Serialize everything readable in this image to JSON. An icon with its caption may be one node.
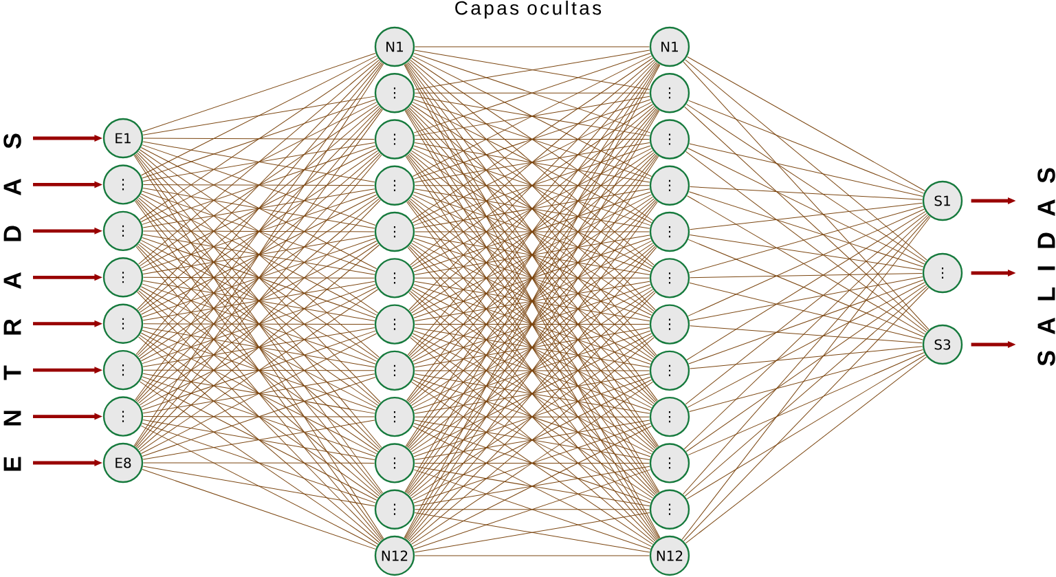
{
  "diagram": {
    "title": "Capas ocultas",
    "nodes": [
      {
        "text": [
          "E1"
        ]
      },
      {
        "text": [
          "⋮"
        ]
      },
      {
        "text": [
          "⋮"
        ]
      },
      {
        "text": [
          "⋮"
        ]
      },
      {
        "text": [
          "⋮"
        ]
      },
      {
        "text": [
          "⋮"
        ]
      },
      {
        "text": [
          "⋮"
        ]
      },
      {
        "text": [
          "E8"
        ]
      },
      {
        "text": [
          "N1"
        ]
      },
      {
        "text": [
          "⋮"
        ]
      },
      {
        "text": [
          "⋮"
        ]
      },
      {
        "text": [
          "⋮"
        ]
      },
      {
        "text": [
          "⋮"
        ]
      },
      {
        "text": [
          "⋮"
        ]
      },
      {
        "text": [
          "⋮"
        ]
      },
      {
        "text": [
          "⋮"
        ]
      },
      {
        "text": [
          "⋮"
        ]
      },
      {
        "text": [
          "⋮"
        ]
      },
      {
        "text": [
          "⋮"
        ]
      },
      {
        "text": [
          "N12"
        ]
      },
      {
        "text": [
          "N1"
        ]
      },
      {
        "text": [
          "⋮"
        ]
      },
      {
        "text": [
          "⋮"
        ]
      },
      {
        "text": [
          "⋮"
        ]
      },
      {
        "text": [
          "⋮"
        ]
      },
      {
        "text": [
          "⋮"
        ]
      },
      {
        "text": [
          "⋮"
        ]
      },
      {
        "text": [
          "⋮"
        ]
      },
      {
        "text": [
          "⋮"
        ]
      },
      {
        "text": [
          "⋮"
        ]
      },
      {
        "text": [
          "⋮"
        ]
      },
      {
        "text": [
          "N12"
        ]
      },
      {
        "text": [
          "S1"
        ]
      },
      {
        "text": [
          "⋮"
        ]
      },
      {
        "text": [
          "S3"
        ]
      }
    ],
    "edges": [
      {
        "from": null,
        "to": 0,
        "arrow": "to",
        "color": "#990000",
        "style": "thick"
      },
      {
        "from": null,
        "to": 1,
        "arrow": "to",
        "color": "#990000",
        "style": "thick"
      },
      {
        "from": null,
        "to": 2,
        "arrow": "to",
        "color": "#990000",
        "style": "thick"
      },
      {
        "from": null,
        "to": 3,
        "arrow": "to",
        "color": "#990000",
        "style": "thick"
      },
      {
        "from": null,
        "to": 4,
        "arrow": "to",
        "color": "#990000",
        "style": "thick"
      },
      {
        "from": null,
        "to": 5,
        "arrow": "to",
        "color": "#990000",
        "style": "thick"
      },
      {
        "from": null,
        "to": 6,
        "arrow": "to",
        "color": "#990000",
        "style": "thick"
      },
      {
        "from": null,
        "to": 7,
        "arrow": "to",
        "color": "#990000",
        "style": "thick"
      },
      {
        "from": 0,
        "to": 8,
        "arrow": "none"
      },
      {
        "from": 0,
        "to": 9,
        "arrow": "none"
      },
      {
        "from": 0,
        "to": 10,
        "arrow": "none"
      },
      {
        "from": 0,
        "to": 11,
        "arrow": "none"
      },
      {
        "from": 0,
        "to": 12,
        "arrow": "none"
      },
      {
        "from": 0,
        "to": 13,
        "arrow": "none"
      },
      {
        "from": 0,
        "to": 14,
        "arrow": "none"
      },
      {
        "from": 0,
        "to": 15,
        "arrow": "none"
      },
      {
        "from": 0,
        "to": 16,
        "arrow": "none"
      },
      {
        "from": 0,
        "to": 17,
        "arrow": "none"
      },
      {
        "from": 0,
        "to": 18,
        "arrow": "none"
      },
      {
        "from": 0,
        "to": 19,
        "arrow": "none"
      },
      {
        "from": 1,
        "to": 8,
        "arrow": "none"
      },
      {
        "from": 1,
        "to": 9,
        "arrow": "none"
      },
      {
        "from": 1,
        "to": 10,
        "arrow": "none"
      },
      {
        "from": 1,
        "to": 11,
        "arrow": "none"
      },
      {
        "from": 1,
        "to": 12,
        "arrow": "none"
      },
      {
        "from": 1,
        "to": 13,
        "arrow": "none"
      },
      {
        "from": 1,
        "to": 14,
        "arrow": "none"
      },
      {
        "from": 1,
        "to": 15,
        "arrow": "none"
      },
      {
        "from": 1,
        "to": 16,
        "arrow": "none"
      },
      {
        "from": 1,
        "to": 17,
        "arrow": "none"
      },
      {
        "from": 1,
        "to": 18,
        "arrow": "none"
      },
      {
        "from": 1,
        "to": 19,
        "arrow": "none"
      },
      {
        "from": 2,
        "to": 8,
        "arrow": "none"
      },
      {
        "from": 2,
        "to": 9,
        "arrow": "none"
      },
      {
        "from": 2,
        "to": 10,
        "arrow": "none"
      },
      {
        "from": 2,
        "to": 11,
        "arrow": "none"
      },
      {
        "from": 2,
        "to": 12,
        "arrow": "none"
      },
      {
        "from": 2,
        "to": 13,
        "arrow": "none"
      },
      {
        "from": 2,
        "to": 14,
        "arrow": "none"
      },
      {
        "from": 2,
        "to": 15,
        "arrow": "none"
      },
      {
        "from": 2,
        "to": 16,
        "arrow": "none"
      },
      {
        "from": 2,
        "to": 17,
        "arrow": "none"
      },
      {
        "from": 2,
        "to": 18,
        "arrow": "none"
      },
      {
        "from": 2,
        "to": 19,
        "arrow": "none"
      },
      {
        "from": 3,
        "to": 8,
        "arrow": "none"
      },
      {
        "from": 3,
        "to": 9,
        "arrow": "none"
      },
      {
        "from": 3,
        "to": 10,
        "arrow": "none"
      },
      {
        "from": 3,
        "to": 11,
        "arrow": "none"
      },
      {
        "from": 3,
        "to": 12,
        "arrow": "none"
      },
      {
        "from": 3,
        "to": 13,
        "arrow": "none"
      },
      {
        "from": 3,
        "to": 14,
        "arrow": "none"
      },
      {
        "from": 3,
        "to": 15,
        "arrow": "none"
      },
      {
        "from": 3,
        "to": 16,
        "arrow": "none"
      },
      {
        "from": 3,
        "to": 17,
        "arrow": "none"
      },
      {
        "from": 3,
        "to": 18,
        "arrow": "none"
      },
      {
        "from": 3,
        "to": 19,
        "arrow": "none"
      },
      {
        "from": 4,
        "to": 8,
        "arrow": "none"
      },
      {
        "from": 4,
        "to": 9,
        "arrow": "none"
      },
      {
        "from": 4,
        "to": 10,
        "arrow": "none"
      },
      {
        "from": 4,
        "to": 11,
        "arrow": "none"
      },
      {
        "from": 4,
        "to": 12,
        "arrow": "none"
      },
      {
        "from": 4,
        "to": 13,
        "arrow": "none"
      },
      {
        "from": 4,
        "to": 14,
        "arrow": "none"
      },
      {
        "from": 4,
        "to": 15,
        "arrow": "none"
      },
      {
        "from": 4,
        "to": 16,
        "arrow": "none"
      },
      {
        "from": 4,
        "to": 17,
        "arrow": "none"
      },
      {
        "from": 4,
        "to": 18,
        "arrow": "none"
      },
      {
        "from": 4,
        "to": 19,
        "arrow": "none"
      },
      {
        "from": 5,
        "to": 8,
        "arrow": "none"
      },
      {
        "from": 5,
        "to": 9,
        "arrow": "none"
      },
      {
        "from": 5,
        "to": 10,
        "arrow": "none"
      },
      {
        "from": 5,
        "to": 11,
        "arrow": "none"
      },
      {
        "from": 5,
        "to": 12,
        "arrow": "none"
      },
      {
        "from": 5,
        "to": 13,
        "arrow": "none"
      },
      {
        "from": 5,
        "to": 14,
        "arrow": "none"
      },
      {
        "from": 5,
        "to": 15,
        "arrow": "none"
      },
      {
        "from": 5,
        "to": 16,
        "arrow": "none"
      },
      {
        "from": 5,
        "to": 17,
        "arrow": "none"
      },
      {
        "from": 5,
        "to": 18,
        "arrow": "none"
      },
      {
        "from": 5,
        "to": 19,
        "arrow": "none"
      },
      {
        "from": 6,
        "to": 8,
        "arrow": "none"
      },
      {
        "from": 6,
        "to": 9,
        "arrow": "none"
      },
      {
        "from": 6,
        "to": 10,
        "arrow": "none"
      },
      {
        "from": 6,
        "to": 11,
        "arrow": "none"
      },
      {
        "from": 6,
        "to": 12,
        "arrow": "none"
      },
      {
        "from": 6,
        "to": 13,
        "arrow": "none"
      },
      {
        "from": 6,
        "to": 14,
        "arrow": "none"
      },
      {
        "from": 6,
        "to": 15,
        "arrow": "none"
      },
      {
        "from": 6,
        "to": 16,
        "arrow": "none"
      },
      {
        "from": 6,
        "to": 17,
        "arrow": "none"
      },
      {
        "from": 6,
        "to": 18,
        "arrow": "none"
      },
      {
        "from": 6,
        "to": 19,
        "arrow": "none"
      },
      {
        "from": 7,
        "to": 8,
        "arrow": "none"
      },
      {
        "from": 7,
        "to": 9,
        "arrow": "none"
      },
      {
        "from": 7,
        "to": 10,
        "arrow": "none"
      },
      {
        "from": 7,
        "to": 11,
        "arrow": "none"
      },
      {
        "from": 7,
        "to": 12,
        "arrow": "none"
      },
      {
        "from": 7,
        "to": 13,
        "arrow": "none"
      },
      {
        "from": 7,
        "to": 14,
        "arrow": "none"
      },
      {
        "from": 7,
        "to": 15,
        "arrow": "none"
      },
      {
        "from": 7,
        "to": 16,
        "arrow": "none"
      },
      {
        "from": 7,
        "to": 17,
        "arrow": "none"
      },
      {
        "from": 7,
        "to": 18,
        "arrow": "none"
      },
      {
        "from": 7,
        "to": 19,
        "arrow": "none"
      },
      {
        "from": 8,
        "to": 20,
        "arrow": "none"
      },
      {
        "from": 8,
        "to": 21,
        "arrow": "none"
      },
      {
        "from": 8,
        "to": 22,
        "arrow": "none"
      },
      {
        "from": 8,
        "to": 23,
        "arrow": "none"
      },
      {
        "from": 8,
        "to": 24,
        "arrow": "none"
      },
      {
        "from": 8,
        "to": 25,
        "arrow": "none"
      },
      {
        "from": 8,
        "to": 26,
        "arrow": "none"
      },
      {
        "from": 8,
        "to": 27,
        "arrow": "none"
      },
      {
        "from": 8,
        "to": 28,
        "arrow": "none"
      },
      {
        "from": 8,
        "to": 29,
        "arrow": "none"
      },
      {
        "from": 8,
        "to": 30,
        "arrow": "none"
      },
      {
        "from": 8,
        "to": 31,
        "arrow": "none"
      },
      {
        "from": 9,
        "to": 20,
        "arrow": "none"
      },
      {
        "from": 9,
        "to": 21,
        "arrow": "none"
      },
      {
        "from": 9,
        "to": 22,
        "arrow": "none"
      },
      {
        "from": 9,
        "to": 23,
        "arrow": "none"
      },
      {
        "from": 9,
        "to": 24,
        "arrow": "none"
      },
      {
        "from": 9,
        "to": 25,
        "arrow": "none"
      },
      {
        "from": 9,
        "to": 26,
        "arrow": "none"
      },
      {
        "from": 9,
        "to": 27,
        "arrow": "none"
      },
      {
        "from": 9,
        "to": 28,
        "arrow": "none"
      },
      {
        "from": 9,
        "to": 29,
        "arrow": "none"
      },
      {
        "from": 9,
        "to": 30,
        "arrow": "none"
      },
      {
        "from": 9,
        "to": 31,
        "arrow": "none"
      },
      {
        "from": 10,
        "to": 20,
        "arrow": "none"
      },
      {
        "from": 10,
        "to": 21,
        "arrow": "none"
      },
      {
        "from": 10,
        "to": 22,
        "arrow": "none"
      },
      {
        "from": 10,
        "to": 23,
        "arrow": "none"
      },
      {
        "from": 10,
        "to": 24,
        "arrow": "none"
      },
      {
        "from": 10,
        "to": 25,
        "arrow": "none"
      },
      {
        "from": 10,
        "to": 26,
        "arrow": "none"
      },
      {
        "from": 10,
        "to": 27,
        "arrow": "none"
      },
      {
        "from": 10,
        "to": 28,
        "arrow": "none"
      },
      {
        "from": 10,
        "to": 29,
        "arrow": "none"
      },
      {
        "from": 10,
        "to": 30,
        "arrow": "none"
      },
      {
        "from": 10,
        "to": 31,
        "arrow": "none"
      },
      {
        "from": 11,
        "to": 20,
        "arrow": "none"
      },
      {
        "from": 11,
        "to": 21,
        "arrow": "none"
      },
      {
        "from": 11,
        "to": 22,
        "arrow": "none"
      },
      {
        "from": 11,
        "to": 23,
        "arrow": "none"
      },
      {
        "from": 11,
        "to": 24,
        "arrow": "none"
      },
      {
        "from": 11,
        "to": 25,
        "arrow": "none"
      },
      {
        "from": 11,
        "to": 26,
        "arrow": "none"
      },
      {
        "from": 11,
        "to": 27,
        "arrow": "none"
      },
      {
        "from": 11,
        "to": 28,
        "arrow": "none"
      },
      {
        "from": 11,
        "to": 29,
        "arrow": "none"
      },
      {
        "from": 11,
        "to": 30,
        "arrow": "none"
      },
      {
        "from": 11,
        "to": 31,
        "arrow": "none"
      },
      {
        "from": 12,
        "to": 20,
        "arrow": "none"
      },
      {
        "from": 12,
        "to": 21,
        "arrow": "none"
      },
      {
        "from": 12,
        "to": 22,
        "arrow": "none"
      },
      {
        "from": 12,
        "to": 23,
        "arrow": "none"
      },
      {
        "from": 12,
        "to": 24,
        "arrow": "none"
      },
      {
        "from": 12,
        "to": 25,
        "arrow": "none"
      },
      {
        "from": 12,
        "to": 26,
        "arrow": "none"
      },
      {
        "from": 12,
        "to": 27,
        "arrow": "none"
      },
      {
        "from": 12,
        "to": 28,
        "arrow": "none"
      },
      {
        "from": 12,
        "to": 29,
        "arrow": "none"
      },
      {
        "from": 12,
        "to": 30,
        "arrow": "none"
      },
      {
        "from": 12,
        "to": 31,
        "arrow": "none"
      },
      {
        "from": 13,
        "to": 20,
        "arrow": "none"
      },
      {
        "from": 13,
        "to": 21,
        "arrow": "none"
      },
      {
        "from": 13,
        "to": 22,
        "arrow": "none"
      },
      {
        "from": 13,
        "to": 23,
        "arrow": "none"
      },
      {
        "from": 13,
        "to": 24,
        "arrow": "none"
      },
      {
        "from": 13,
        "to": 25,
        "arrow": "none"
      },
      {
        "from": 13,
        "to": 26,
        "arrow": "none"
      },
      {
        "from": 13,
        "to": 27,
        "arrow": "none"
      },
      {
        "from": 13,
        "to": 28,
        "arrow": "none"
      },
      {
        "from": 13,
        "to": 29,
        "arrow": "none"
      },
      {
        "from": 13,
        "to": 30,
        "arrow": "none"
      },
      {
        "from": 13,
        "to": 31,
        "arrow": "none"
      },
      {
        "from": 14,
        "to": 20,
        "arrow": "none"
      },
      {
        "from": 14,
        "to": 21,
        "arrow": "none"
      },
      {
        "from": 14,
        "to": 22,
        "arrow": "none"
      },
      {
        "from": 14,
        "to": 23,
        "arrow": "none"
      },
      {
        "from": 14,
        "to": 24,
        "arrow": "none"
      },
      {
        "from": 14,
        "to": 25,
        "arrow": "none"
      },
      {
        "from": 14,
        "to": 26,
        "arrow": "none"
      },
      {
        "from": 14,
        "to": 27,
        "arrow": "none"
      },
      {
        "from": 14,
        "to": 28,
        "arrow": "none"
      },
      {
        "from": 14,
        "to": 29,
        "arrow": "none"
      },
      {
        "from": 14,
        "to": 30,
        "arrow": "none"
      },
      {
        "from": 14,
        "to": 31,
        "arrow": "none"
      },
      {
        "from": 15,
        "to": 20,
        "arrow": "none"
      },
      {
        "from": 15,
        "to": 21,
        "arrow": "none"
      },
      {
        "from": 15,
        "to": 22,
        "arrow": "none"
      },
      {
        "from": 15,
        "to": 23,
        "arrow": "none"
      },
      {
        "from": 15,
        "to": 24,
        "arrow": "none"
      },
      {
        "from": 15,
        "to": 25,
        "arrow": "none"
      },
      {
        "from": 15,
        "to": 26,
        "arrow": "none"
      },
      {
        "from": 15,
        "to": 27,
        "arrow": "none"
      },
      {
        "from": 15,
        "to": 28,
        "arrow": "none"
      },
      {
        "from": 15,
        "to": 29,
        "arrow": "none"
      },
      {
        "from": 15,
        "to": 30,
        "arrow": "none"
      },
      {
        "from": 15,
        "to": 31,
        "arrow": "none"
      },
      {
        "from": 16,
        "to": 20,
        "arrow": "none"
      },
      {
        "from": 16,
        "to": 21,
        "arrow": "none"
      },
      {
        "from": 16,
        "to": 22,
        "arrow": "none"
      },
      {
        "from": 16,
        "to": 23,
        "arrow": "none"
      },
      {
        "from": 16,
        "to": 24,
        "arrow": "none"
      },
      {
        "from": 16,
        "to": 25,
        "arrow": "none"
      },
      {
        "from": 16,
        "to": 26,
        "arrow": "none"
      },
      {
        "from": 16,
        "to": 27,
        "arrow": "none"
      },
      {
        "from": 16,
        "to": 28,
        "arrow": "none"
      },
      {
        "from": 16,
        "to": 29,
        "arrow": "none"
      },
      {
        "from": 16,
        "to": 30,
        "arrow": "none"
      },
      {
        "from": 16,
        "to": 31,
        "arrow": "none"
      },
      {
        "from": 17,
        "to": 20,
        "arrow": "none"
      },
      {
        "from": 17,
        "to": 21,
        "arrow": "none"
      },
      {
        "from": 17,
        "to": 22,
        "arrow": "none"
      },
      {
        "from": 17,
        "to": 23,
        "arrow": "none"
      },
      {
        "from": 17,
        "to": 24,
        "arrow": "none"
      },
      {
        "from": 17,
        "to": 25,
        "arrow": "none"
      },
      {
        "from": 17,
        "to": 26,
        "arrow": "none"
      },
      {
        "from": 17,
        "to": 27,
        "arrow": "none"
      },
      {
        "from": 17,
        "to": 28,
        "arrow": "none"
      },
      {
        "from": 17,
        "to": 29,
        "arrow": "none"
      },
      {
        "from": 17,
        "to": 30,
        "arrow": "none"
      },
      {
        "from": 17,
        "to": 31,
        "arrow": "none"
      },
      {
        "from": 18,
        "to": 20,
        "arrow": "none"
      },
      {
        "from": 18,
        "to": 21,
        "arrow": "none"
      },
      {
        "from": 18,
        "to": 22,
        "arrow": "none"
      },
      {
        "from": 18,
        "to": 23,
        "arrow": "none"
      },
      {
        "from": 18,
        "to": 24,
        "arrow": "none"
      },
      {
        "from": 18,
        "to": 25,
        "arrow": "none"
      },
      {
        "from": 18,
        "to": 26,
        "arrow": "none"
      },
      {
        "from": 18,
        "to": 27,
        "arrow": "none"
      },
      {
        "from": 18,
        "to": 28,
        "arrow": "none"
      },
      {
        "from": 18,
        "to": 29,
        "arrow": "none"
      },
      {
        "from": 18,
        "to": 30,
        "arrow": "none"
      },
      {
        "from": 18,
        "to": 31,
        "arrow": "none"
      },
      {
        "from": 19,
        "to": 20,
        "arrow": "none"
      },
      {
        "from": 19,
        "to": 21,
        "arrow": "none"
      },
      {
        "from": 19,
        "to": 22,
        "arrow": "none"
      },
      {
        "from": 19,
        "to": 23,
        "arrow": "none"
      },
      {
        "from": 19,
        "to": 24,
        "arrow": "none"
      },
      {
        "from": 19,
        "to": 25,
        "arrow": "none"
      },
      {
        "from": 19,
        "to": 26,
        "arrow": "none"
      },
      {
        "from": 19,
        "to": 27,
        "arrow": "none"
      },
      {
        "from": 19,
        "to": 28,
        "arrow": "none"
      },
      {
        "from": 19,
        "to": 29,
        "arrow": "none"
      },
      {
        "from": 19,
        "to": 30,
        "arrow": "none"
      },
      {
        "from": 19,
        "to": 31,
        "arrow": "none"
      },
      {
        "from": 20,
        "to": 32,
        "arrow": "none"
      },
      {
        "from": 20,
        "to": 33,
        "arrow": "none"
      },
      {
        "from": 20,
        "to": 34,
        "arrow": "none"
      },
      {
        "from": 21,
        "to": 32,
        "arrow": "none"
      },
      {
        "from": 21,
        "to": 33,
        "arrow": "none"
      },
      {
        "from": 21,
        "to": 34,
        "arrow": "none"
      },
      {
        "from": 22,
        "to": 32,
        "arrow": "none"
      },
      {
        "from": 22,
        "to": 33,
        "arrow": "none"
      },
      {
        "from": 22,
        "to": 34,
        "arrow": "none"
      },
      {
        "from": 23,
        "to": 32,
        "arrow": "none"
      },
      {
        "from": 23,
        "to": 33,
        "arrow": "none"
      },
      {
        "from": 23,
        "to": 34,
        "arrow": "none"
      },
      {
        "from": 24,
        "to": 32,
        "arrow": "none"
      },
      {
        "from": 24,
        "to": 33,
        "arrow": "none"
      },
      {
        "from": 24,
        "to": 34,
        "arrow": "none"
      },
      {
        "from": 25,
        "to": 32,
        "arrow": "none"
      },
      {
        "from": 25,
        "to": 33,
        "arrow": "none"
      },
      {
        "from": 25,
        "to": 34,
        "arrow": "none"
      },
      {
        "from": 26,
        "to": 32,
        "arrow": "none"
      },
      {
        "from": 26,
        "to": 33,
        "arrow": "none"
      },
      {
        "from": 26,
        "to": 34,
        "arrow": "none"
      },
      {
        "from": 27,
        "to": 32,
        "arrow": "none"
      },
      {
        "from": 27,
        "to": 33,
        "arrow": "none"
      },
      {
        "from": 27,
        "to": 34,
        "arrow": "none"
      },
      {
        "from": 28,
        "to": 32,
        "arrow": "none"
      },
      {
        "from": 28,
        "to": 33,
        "arrow": "none"
      },
      {
        "from": 28,
        "to": 34,
        "arrow": "none"
      },
      {
        "from": 29,
        "to": 32,
        "arrow": "none"
      },
      {
        "from": 29,
        "to": 33,
        "arrow": "none"
      },
      {
        "from": 29,
        "to": 34,
        "arrow": "none"
      },
      {
        "from": 30,
        "to": 32,
        "arrow": "none"
      },
      {
        "from": 30,
        "to": 33,
        "arrow": "none"
      },
      {
        "from": 30,
        "to": 34,
        "arrow": "none"
      },
      {
        "from": 31,
        "to": 32,
        "arrow": "none"
      },
      {
        "from": 31,
        "to": 33,
        "arrow": "none"
      },
      {
        "from": 31,
        "to": 34,
        "arrow": "none"
      },
      {
        "from": 32,
        "to": null,
        "arrow": "to",
        "color": "#990000",
        "style": "thick"
      },
      {
        "from": 33,
        "to": null,
        "arrow": "to",
        "color": "#990000",
        "style": "thick"
      },
      {
        "from": 34,
        "to": null,
        "arrow": "to",
        "color": "#990000",
        "style": "thick"
      }
    ],
    "labels": [
      "E N T R A D A S",
      "S A L I D A S"
    ]
  }
}
